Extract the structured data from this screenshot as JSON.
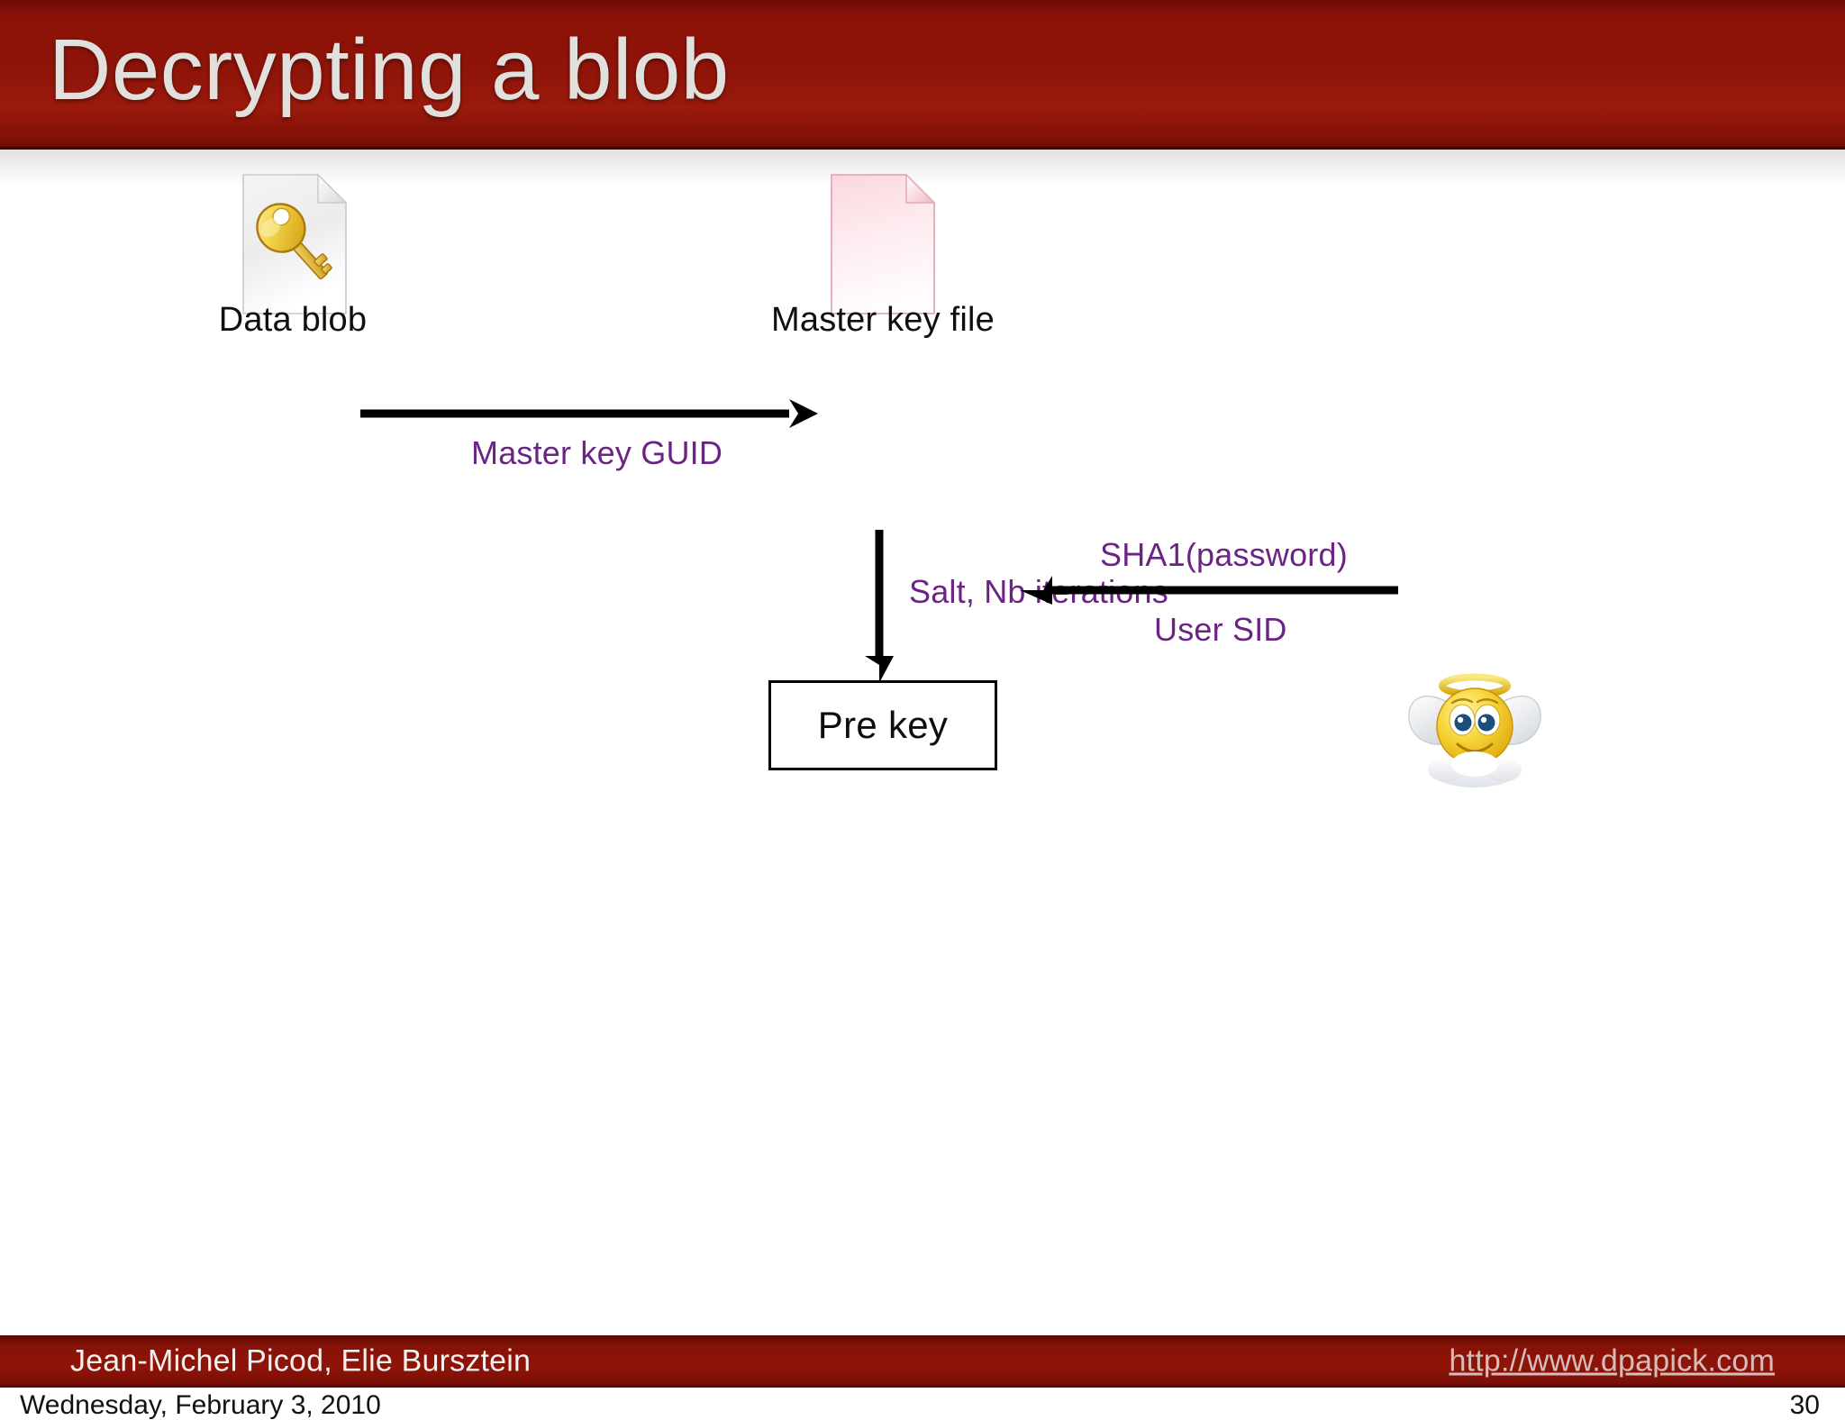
{
  "slide": {
    "title": "Decrypting a blob",
    "title_bar_color": "#8e1409",
    "background_color": "#ffffff",
    "edge_label_color": "#6b2484",
    "node_text_color": "#100f0f"
  },
  "diagram": {
    "nodes": [
      {
        "id": "data-blob",
        "label": "Data blob",
        "icon": "document-with-key-icon",
        "icon_color": "#efeff1"
      },
      {
        "id": "master-key-file",
        "label": "Master key file",
        "icon": "document-pink-icon",
        "icon_color": "#fbe2e6"
      },
      {
        "id": "pre-key",
        "label": "Pre key",
        "shape": "rectangle",
        "border_color": "#000000",
        "fill_color": "#ffffff"
      },
      {
        "id": "user",
        "label": "",
        "icon": "angel-smiley-icon",
        "icon_color": "#f2c61e"
      }
    ],
    "edges": [
      {
        "id": "blob-to-masterkey",
        "from": "data-blob",
        "to": "master-key-file",
        "label": "Master key GUID",
        "direction": "right"
      },
      {
        "id": "masterkey-to-prekey",
        "from": "master-key-file",
        "to": "pre-key",
        "label": "Salt, Nb iterations",
        "direction": "down"
      },
      {
        "id": "user-to-prekey",
        "from": "user",
        "to": "pre-key",
        "label_top": "SHA1(password)",
        "label_bottom": "User SID",
        "direction": "left"
      }
    ]
  },
  "footer": {
    "authors": "Jean-Michel Picod, Elie Bursztein",
    "url": "http://www.dpapick.com",
    "date": "Wednesday, February 3, 2010",
    "page_number": "30"
  }
}
